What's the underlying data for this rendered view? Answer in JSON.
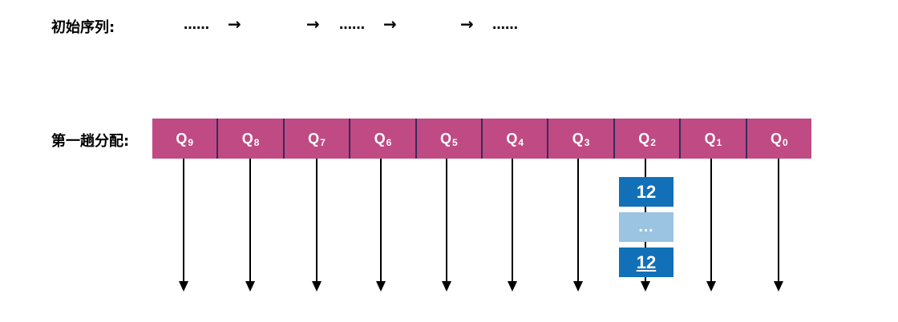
{
  "initial_sequence": {
    "label": "初始序列:",
    "items": [
      "……",
      "→",
      "→",
      "……",
      "→",
      "→",
      "……"
    ]
  },
  "first_pass": {
    "label": "第一趟分配:",
    "buckets": [
      {
        "q": "Q",
        "sub": "9"
      },
      {
        "q": "Q",
        "sub": "8"
      },
      {
        "q": "Q",
        "sub": "7"
      },
      {
        "q": "Q",
        "sub": "6"
      },
      {
        "q": "Q",
        "sub": "5"
      },
      {
        "q": "Q",
        "sub": "4"
      },
      {
        "q": "Q",
        "sub": "3"
      },
      {
        "q": "Q",
        "sub": "2"
      },
      {
        "q": "Q",
        "sub": "1"
      },
      {
        "q": "Q",
        "sub": "0"
      }
    ],
    "q2_stack": [
      {
        "value": "12",
        "style": "solid"
      },
      {
        "value": "…",
        "style": "faded"
      },
      {
        "value": "12",
        "style": "solid-underline"
      }
    ]
  },
  "colors": {
    "bucket_bg": "#c04a84",
    "box_solid": "#1170b8",
    "box_faded": "#9bc3e2",
    "arrow": "#000000"
  }
}
